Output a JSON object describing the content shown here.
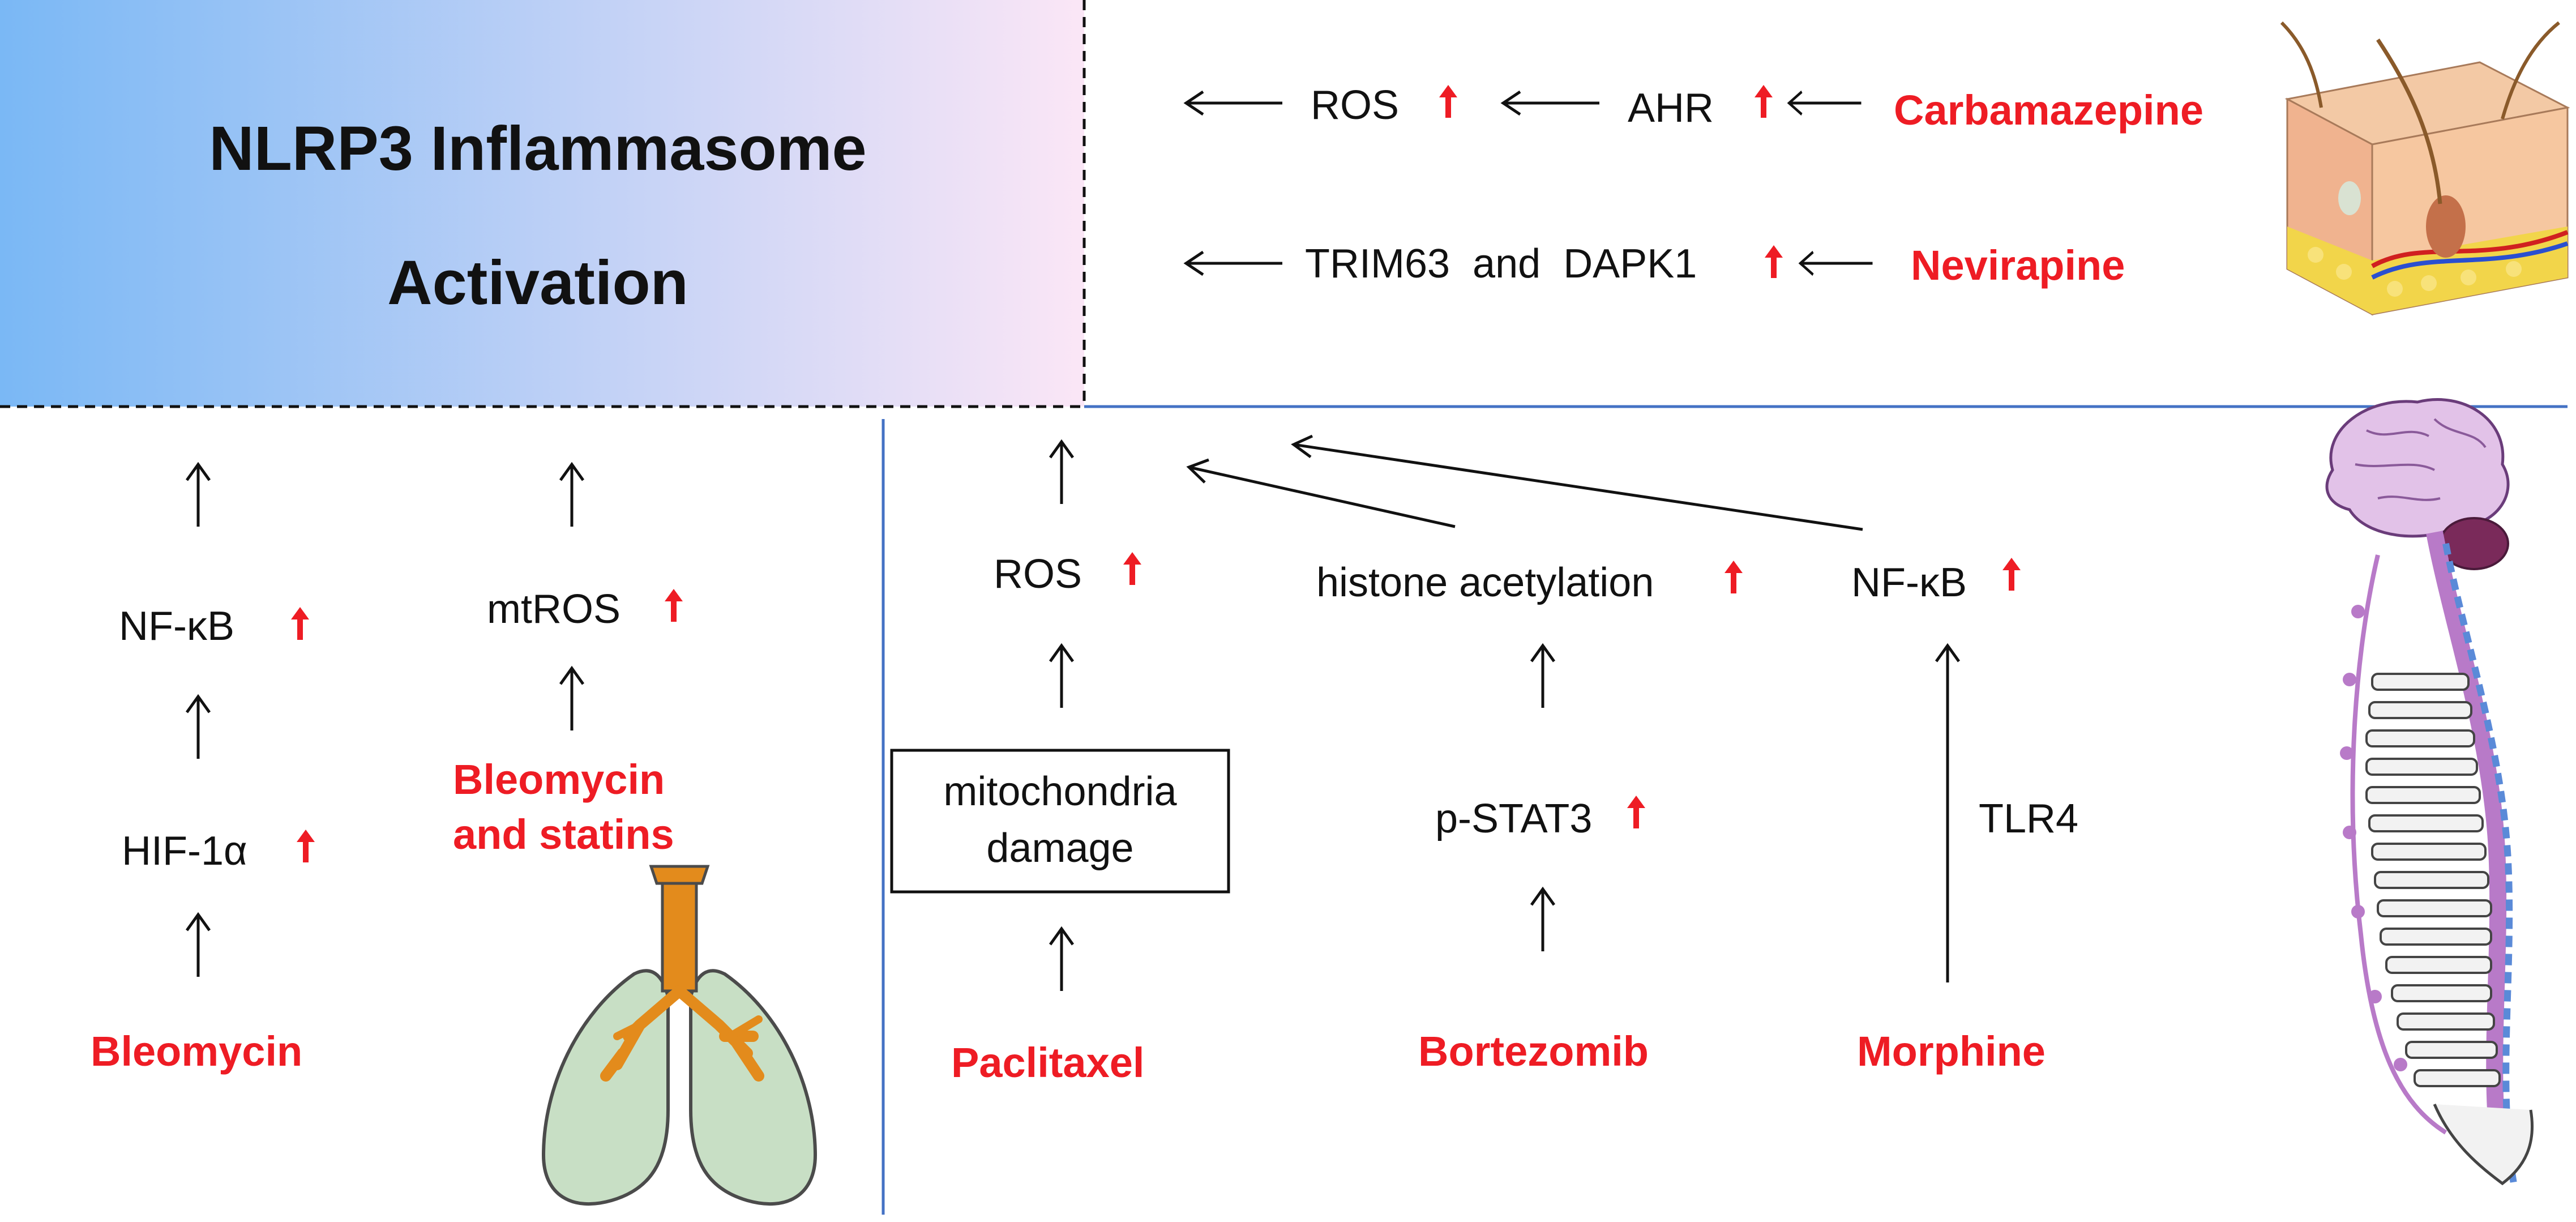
{
  "title": {
    "line1": "NLRP3 Inflammasome",
    "line2": "Activation"
  },
  "skin_section": {
    "row1": {
      "node1": "ROS",
      "node2": "AHR",
      "drug": "Carbamazepine"
    },
    "row2": {
      "node1": "TRIM63  and  DAPK1",
      "drug": "Nevirapine"
    }
  },
  "lung_section": {
    "col1": {
      "node1": "NF-κB",
      "node2": "HIF-1α",
      "drug": "Bleomycin"
    },
    "col2": {
      "node1": "mtROS",
      "drug_line1": "Bleomycin",
      "drug_line2": "and statins"
    }
  },
  "nervous_section": {
    "paclitaxel": {
      "node1": "ROS",
      "box_line1": "mitochondria",
      "box_line2": "damage",
      "drug": "Paclitaxel"
    },
    "bortezomib": {
      "node1": "histone acetylation",
      "node2": "p-STAT3",
      "drug": "Bortezomib"
    },
    "morphine": {
      "node1": "NF-κB",
      "receptor": "TLR4",
      "drug": "Morphine"
    }
  },
  "colors": {
    "header_gradient_start": "#7ab8f5",
    "header_gradient_end": "#fbe6f6",
    "increase_arrow": "#ee1c24",
    "drug_text": "#ee1c24",
    "divider": "#4472c4"
  },
  "icons": [
    "increase-arrow-icon",
    "skin-illustration-icon",
    "lungs-illustration-icon",
    "nervous-system-illustration-icon"
  ]
}
